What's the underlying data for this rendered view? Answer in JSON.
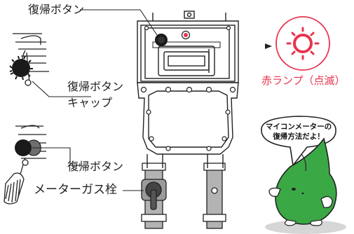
{
  "labels": {
    "reset_button_top": "復帰ボタン",
    "reset_button_cap_line1": "復帰ボタン",
    "reset_button_cap_line2": "キャップ",
    "reset_button_bottom": "復帰ボタン",
    "meter_gas_valve": "メーターガス栓",
    "red_lamp": "赤ランプ（点滅）"
  },
  "speech_bubble": {
    "line1": "マイコンメーターの",
    "line2": "復帰方法だよ！"
  },
  "colors": {
    "accent_red": "#e8344e",
    "mascot_green": "#3ba846",
    "pipe_gray": "#b3b3b3",
    "outline": "#222222"
  }
}
